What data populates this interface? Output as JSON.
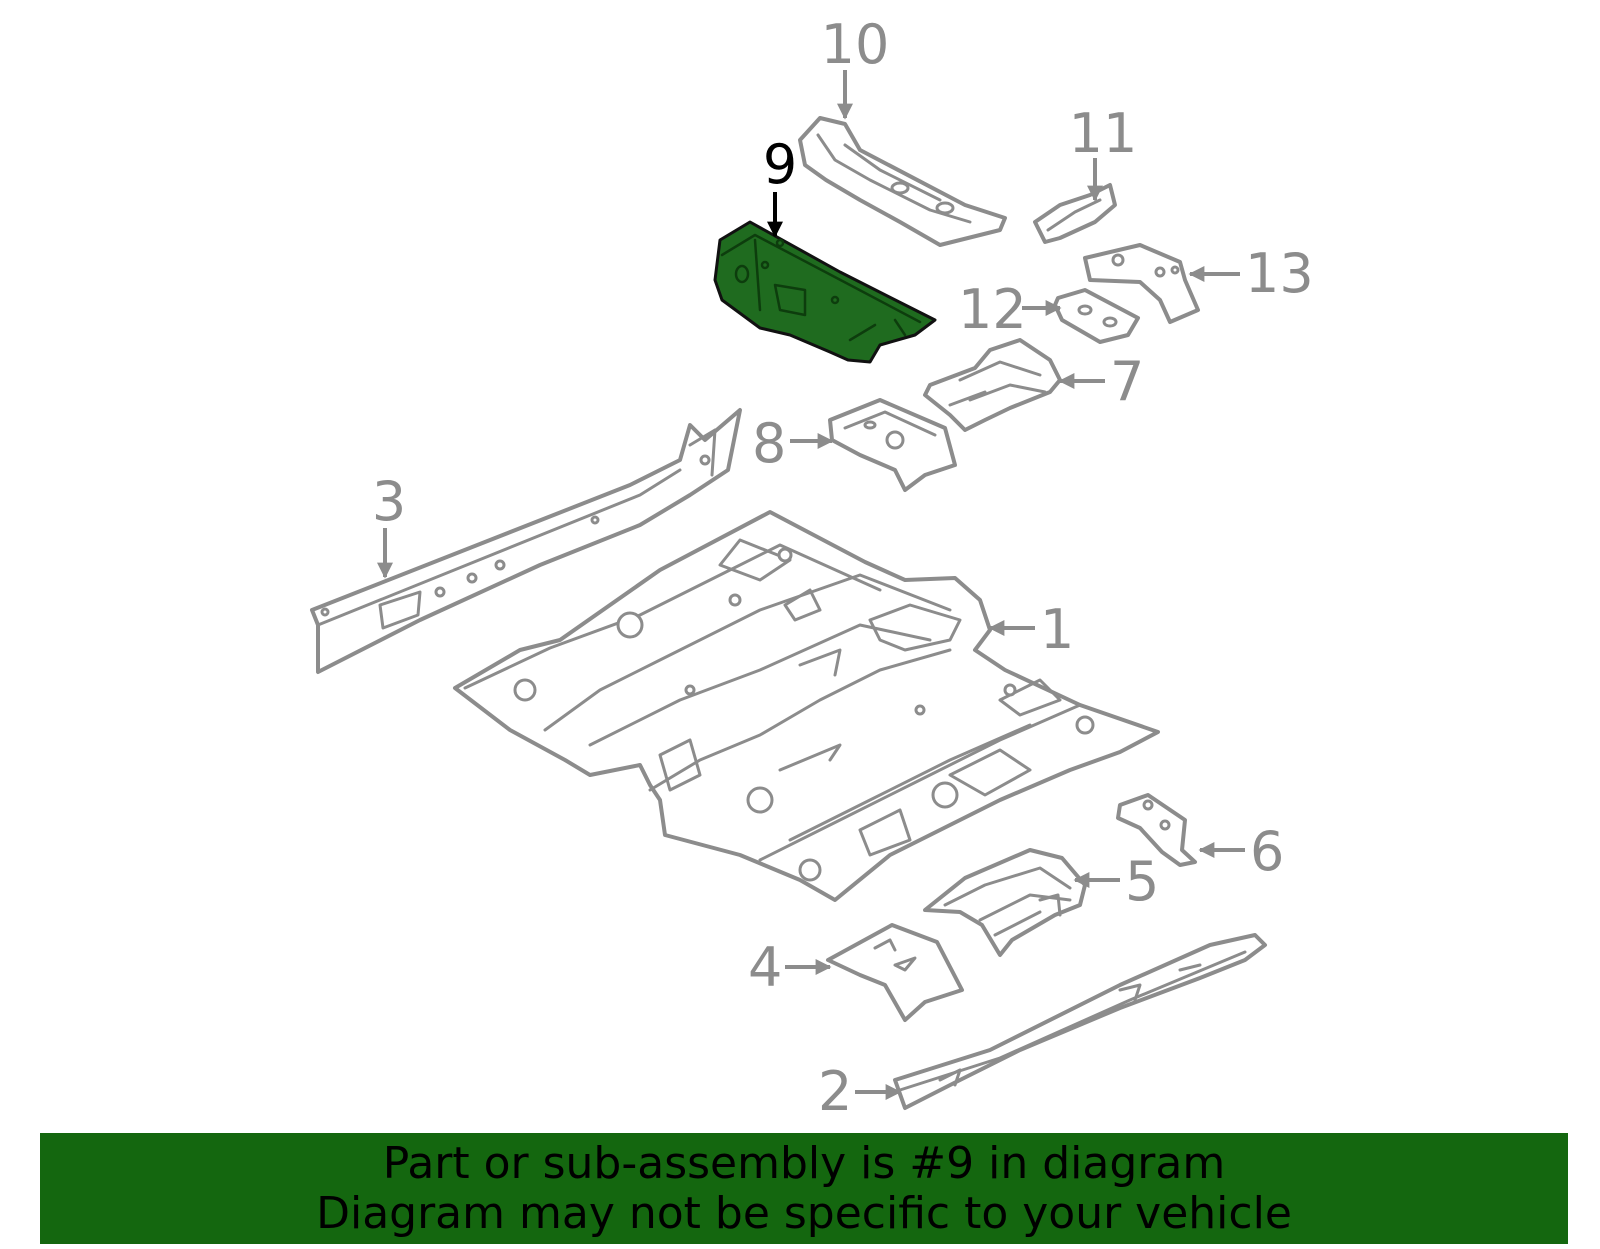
{
  "callouts": {
    "c1": "1",
    "c2": "2",
    "c3": "3",
    "c4": "4",
    "c5": "5",
    "c6": "6",
    "c7": "7",
    "c8": "8",
    "c9": "9",
    "c10": "10",
    "c11": "11",
    "c12": "12",
    "c13": "13"
  },
  "highlighted_part": "9",
  "colors": {
    "highlight": "#1f6b1f",
    "banner": "#14670f",
    "line": "#8c8c8c"
  },
  "banner": {
    "line1": "Part or sub-assembly is #9 in diagram",
    "line2": "Diagram may not be specific to your vehicle"
  }
}
